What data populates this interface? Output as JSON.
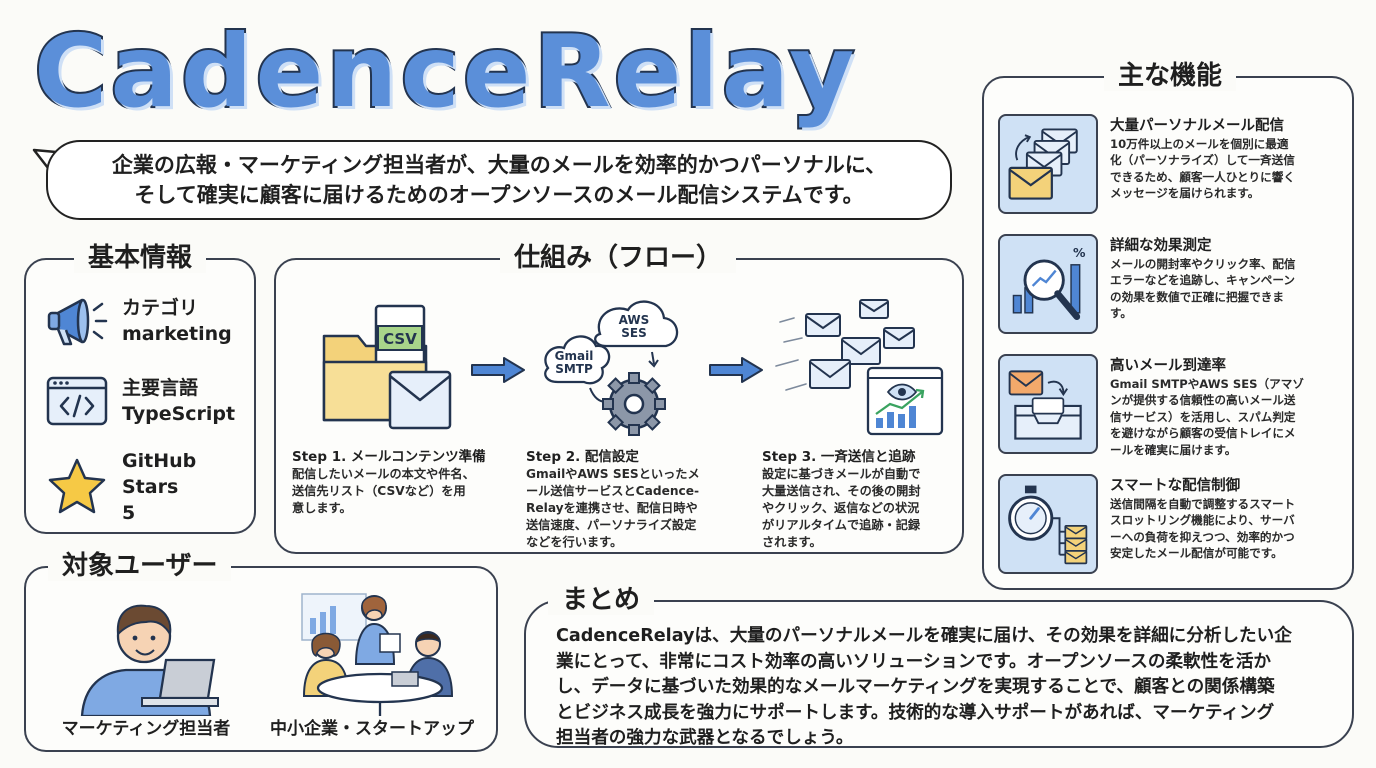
{
  "title": "CadenceRelay",
  "intro": {
    "line1": "企業の広報・マーケティング担当者が、大量のメールを効率的かつパーソナルに、",
    "line2": "そして確実に顧客に届けるためのオープンソースのメール配信システムです。"
  },
  "basic_info": {
    "heading": "基本情報",
    "items": [
      {
        "icon": "megaphone-icon",
        "label": "カテゴリ",
        "value": "marketing"
      },
      {
        "icon": "code-window-icon",
        "label": "主要言語",
        "value": "TypeScript"
      },
      {
        "icon": "star-icon",
        "label": "GitHub Stars",
        "value": "5"
      }
    ]
  },
  "flow": {
    "heading": "仕組み（フロー）",
    "csv_label": "CSV",
    "cloud_aws": "AWS\nSES",
    "cloud_gmail": "Gmail\nSMTP",
    "steps": [
      {
        "title": "Step 1. メールコンテンツ準備",
        "lines": [
          "配信したいメールの本文や件名、",
          "送信先リスト（CSVなど）を用",
          "意します。"
        ]
      },
      {
        "title": "Step 2. 配信設定",
        "lines": [
          "GmailやAWS SESといったメ",
          "ール送信サービスとCadence-",
          "Relayを連携させ、配信日時や",
          "送信速度、パーソナライズ設定",
          "などを行います。"
        ]
      },
      {
        "title": "Step 3. 一斉送信と追跡",
        "lines": [
          "設定に基づきメールが自動で",
          "大量送信され、その後の開封",
          "やクリック、返信などの状況",
          "がリアルタイムで追跡・記録",
          "されます。"
        ]
      }
    ]
  },
  "features": {
    "heading": "主な機能",
    "items": [
      {
        "icon": "mail-stack-icon",
        "title": "大量パーソナルメール配信",
        "lines": [
          "10万件以上のメールを個別に最適",
          "化（パーソナライズ）して一斉送信",
          "できるため、顧客一人ひとりに響く",
          "メッセージを届けられます。"
        ]
      },
      {
        "icon": "magnifier-chart-icon",
        "title": "詳細な効果測定",
        "lines": [
          "メールの開封率やクリック率、配信",
          "エラーなどを追跡し、キャンペーン",
          "の効果を数値で正確に把握できま",
          "す。"
        ]
      },
      {
        "icon": "inbox-icon",
        "title": "高いメール到達率",
        "lines": [
          "Gmail SMTPやAWS SES（アマゾ",
          "ンが提供する信頼性の高いメール送",
          "信サービス）を活用し、スパム判定",
          "を避けながら顧客の受信トレイにメ",
          "ールを確実に届けます。"
        ]
      },
      {
        "icon": "stopwatch-icon",
        "title": "スマートな配信制御",
        "lines": [
          "送信間隔を自動で調整するスマート",
          "スロットリング機能により、サーバ",
          "ーへの負荷を抑えつつ、効率的かつ",
          "安定したメール配信が可能です。"
        ]
      }
    ]
  },
  "target_users": {
    "heading": "対象ユーザー",
    "users": [
      {
        "illustration": "person-laptop-icon",
        "label": "マーケティング担当者"
      },
      {
        "illustration": "team-meeting-icon",
        "label": "中小企業・スタートアップ"
      }
    ]
  },
  "summary": {
    "heading": "まとめ",
    "lines": [
      "CadenceRelayは、大量のパーソナルメールを確実に届け、その効果を詳細に分析したい企",
      "業にとって、非常にコスト効率の高いソリューションです。オープンソースの柔軟性を活か",
      "し、データに基づいた効果的なメールマーケティングを実現することで、顧客との関係構築",
      "とビジネス成長を強力にサポートします。技術的な導入サポートがあれば、マーケティング",
      "担当者の強力な武器となるでしょう。"
    ]
  },
  "colors": {
    "title_fill": "#5b8fd9",
    "outline": "#23344f",
    "icon_bg": "#cfe1f5",
    "accent_blue": "#4f86d4",
    "folder_yellow": "#f3d27a",
    "csv_green": "#a8d58a",
    "star_yellow": "#f6c945"
  }
}
